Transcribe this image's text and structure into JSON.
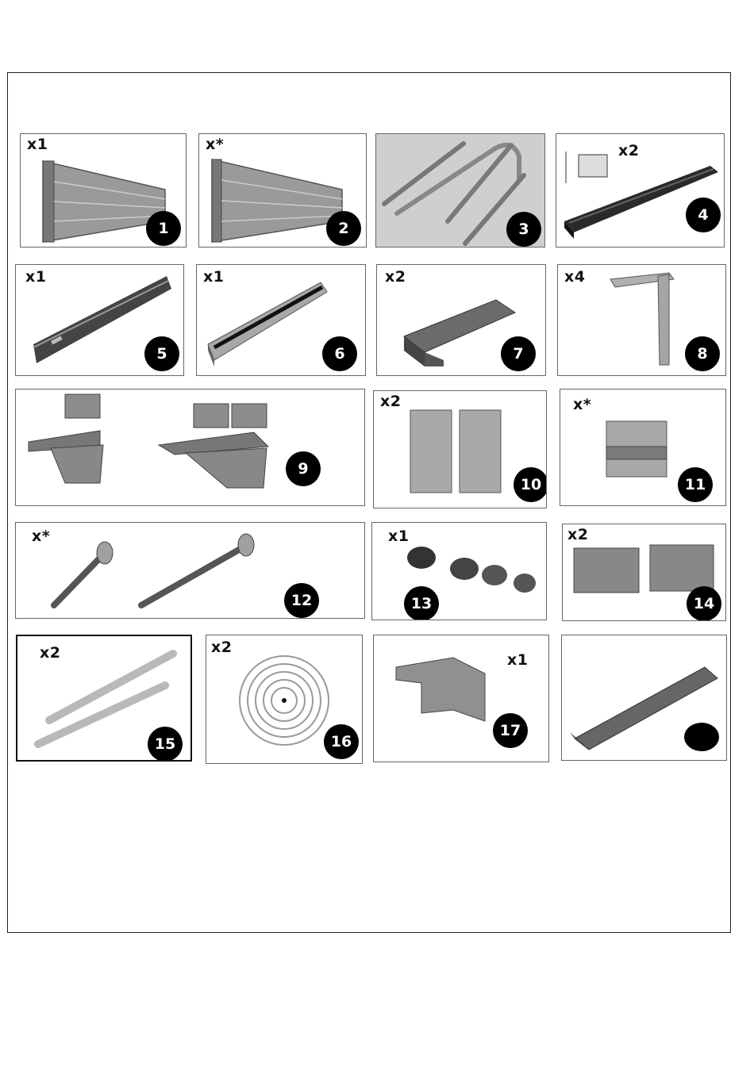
{
  "parts": [
    {
      "id": "p1",
      "qty": "x1",
      "number": "1"
    },
    {
      "id": "p2",
      "qty": "x*",
      "number": "2"
    },
    {
      "id": "p3",
      "qty": "",
      "number": "3"
    },
    {
      "id": "p4",
      "qty": "x2",
      "number": "4"
    },
    {
      "id": "p5",
      "qty": "x1",
      "number": "5"
    },
    {
      "id": "p6",
      "qty": "x1",
      "number": "6"
    },
    {
      "id": "p7",
      "qty": "x2",
      "number": "7"
    },
    {
      "id": "p8",
      "qty": "x4",
      "number": "8"
    },
    {
      "id": "p9",
      "qty": "",
      "number": "9"
    },
    {
      "id": "p10",
      "qty": "x2",
      "number": "10"
    },
    {
      "id": "p11",
      "qty": "x*",
      "number": "11"
    },
    {
      "id": "p12",
      "qty": "x*",
      "number": "12"
    },
    {
      "id": "p13",
      "qty": "x1",
      "number": "13"
    },
    {
      "id": "p14",
      "qty": "x2",
      "number": "14"
    },
    {
      "id": "p15",
      "qty": "x2",
      "number": "15"
    },
    {
      "id": "p16",
      "qty": "x2",
      "number": "16"
    },
    {
      "id": "p17",
      "qty": "x1",
      "number": "17"
    },
    {
      "id": "p18",
      "qty": "",
      "number": ""
    }
  ]
}
